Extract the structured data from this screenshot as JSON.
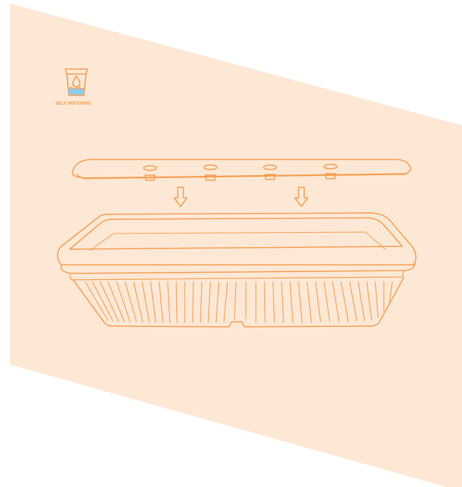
{
  "badge": {
    "label": "SELF WATERING",
    "icon": "self-watering-cup-icon"
  },
  "illustration": {
    "subject": "planter-box-with-lid",
    "arrows": 2,
    "lid_holes": 4
  },
  "colors": {
    "background_panel": "#fde8d6",
    "stroke": "#f39b4c",
    "water": "#8fcde8",
    "label": "#f49a44"
  }
}
